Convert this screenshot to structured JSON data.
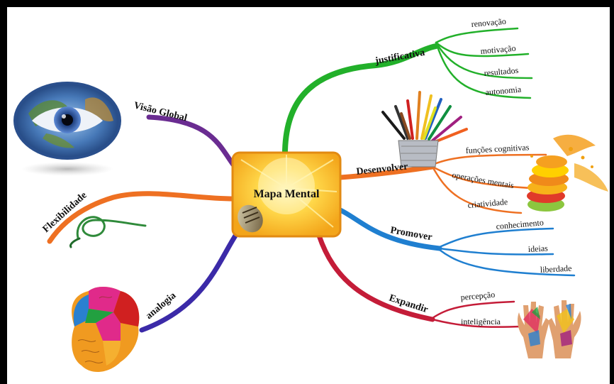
{
  "center": {
    "title": "Mapa Mental"
  },
  "branches": {
    "justificativa": {
      "label": "justificativa",
      "color": "#22b02a",
      "children": [
        "renovação",
        "motivação",
        "resultados",
        "autonomia"
      ]
    },
    "desenvolver": {
      "label": "Desenvolver",
      "color": "#ee7022",
      "children": [
        "funções cognitivas",
        "operações mentais",
        "criatividade"
      ]
    },
    "promover": {
      "label": "Promover",
      "color": "#1f7fd0",
      "children": [
        "conhecimento",
        "ideias",
        "liberdade"
      ]
    },
    "expandir": {
      "label": "Expandir",
      "color": "#c41c38",
      "children": [
        "percepção",
        "inteligência"
      ]
    },
    "visao_global": {
      "label": "Visão Global",
      "color": "#6a2c91"
    },
    "flexibilidade": {
      "label": "Flexibilidade",
      "color": "#ee7022"
    },
    "analogia": {
      "label": "analogia",
      "color": "#3b2aa8"
    }
  },
  "images": [
    "eye-globe-image",
    "pencils-cup-image",
    "fruit-splash-image",
    "rope-image",
    "brain-image",
    "painted-hands-image",
    "lightbulb-image"
  ]
}
